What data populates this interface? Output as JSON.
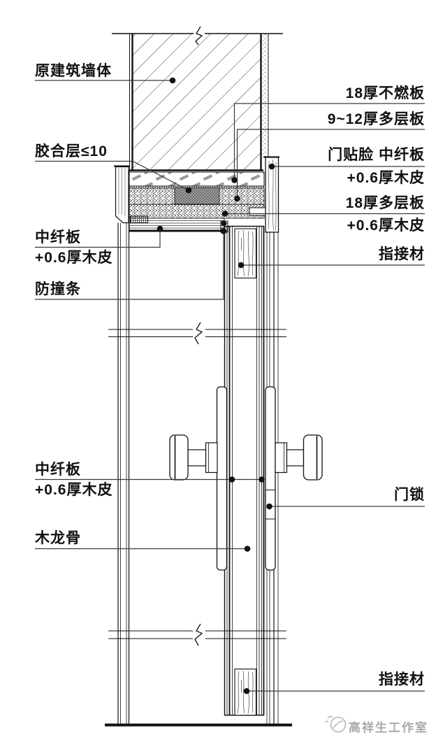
{
  "drawing": {
    "type": "door-vertical-section-detail",
    "annotations": {
      "left": [
        {
          "text": "原建筑墙体"
        },
        {
          "text": "胶合层≤10"
        },
        {
          "text": "中纤板"
        },
        {
          "text": "+0.6厚木皮"
        },
        {
          "text": "防撞条"
        },
        {
          "text": "中纤板"
        },
        {
          "text": "+0.6厚木皮"
        },
        {
          "text": "木龙骨"
        }
      ],
      "right": [
        {
          "text": "18厚不燃板"
        },
        {
          "text": "9~12厚多层板"
        },
        {
          "text": "门贴脸 中纤板"
        },
        {
          "text": "+0.6厚木皮"
        },
        {
          "text": "18厚多层板"
        },
        {
          "text": "+0.6厚木皮"
        },
        {
          "text": "指接材"
        },
        {
          "text": "门锁"
        },
        {
          "text": "指接材"
        }
      ]
    },
    "watermark": {
      "text": "高祥生工作室"
    },
    "colors": {
      "line": "#111111",
      "leader": "#3a3a3a",
      "hatch": "#3c3c3c",
      "glue_fill": "#9d9d9d",
      "watermark": "#9b9b9b"
    }
  }
}
